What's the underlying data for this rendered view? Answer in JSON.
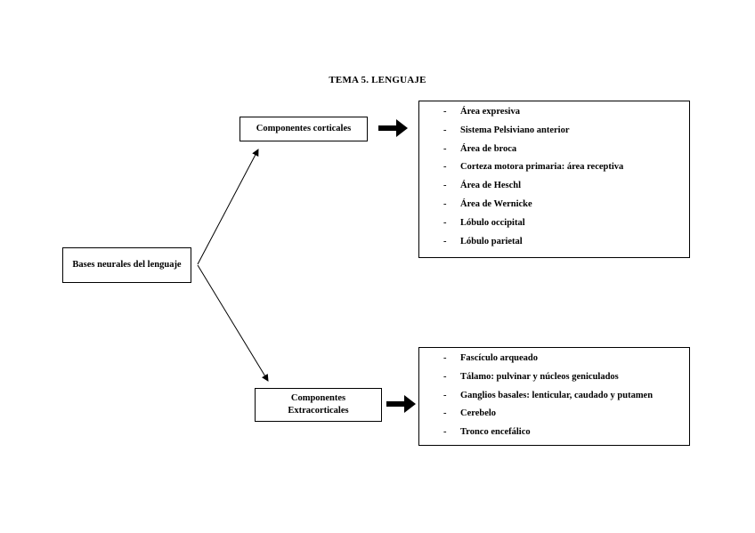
{
  "title": "TEMA 5. LENGUAJE",
  "root": "Bases neurales del lenguaje",
  "cortical": {
    "label": "Componentes corticales",
    "items": [
      "Área expresiva",
      "Sistema Pelsiviano anterior",
      "Área de broca",
      "Corteza motora primaria: área receptiva",
      "Área de Heschl",
      "Área de Wernicke",
      "Lóbulo occipital",
      "Lóbulo parietal"
    ]
  },
  "extracortical": {
    "label": "Componentes Extracorticales",
    "items": [
      "Fascículo arqueado",
      "Tálamo: pulvinar y núcleos geniculados",
      "Ganglios basales: lenticular, caudado y putamen",
      "Cerebelo",
      "Tronco encefálico"
    ]
  },
  "bullet": "-"
}
